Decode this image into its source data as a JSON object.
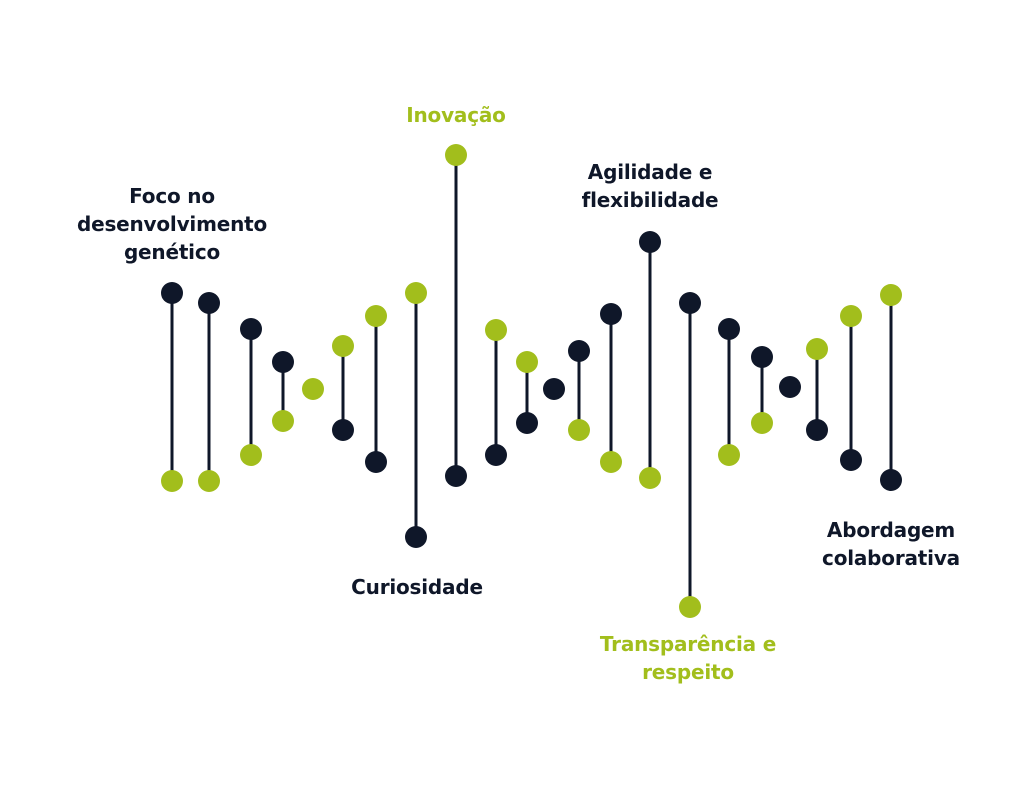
{
  "colors": {
    "dark": "#0f1729",
    "green": "#a2be1c",
    "background": "#ffffff"
  },
  "labels": {
    "foco": [
      "Foco no",
      "desenvolvimento",
      "genético"
    ],
    "inovacao": [
      "Inovação"
    ],
    "agilidade": [
      "Agilidade e",
      "flexibilidade"
    ],
    "curiosidade": [
      "Curiosidade"
    ],
    "transparencia": [
      "Transparência e",
      "respeito"
    ],
    "abordagem": [
      "Abordagem",
      "colaborativa"
    ]
  },
  "rungs": [
    {
      "top": "dark",
      "bottom": "green"
    },
    {
      "top": "dark",
      "bottom": "green"
    },
    {
      "top": "dark",
      "bottom": "green"
    },
    {
      "top": "dark",
      "bottom": "green"
    },
    {
      "top": "green",
      "bottom": "green"
    },
    {
      "top": "green",
      "bottom": "dark"
    },
    {
      "top": "green",
      "bottom": "dark"
    },
    {
      "top": "green",
      "bottom": "dark"
    },
    {
      "top": "green",
      "bottom": "dark"
    },
    {
      "top": "green",
      "bottom": "dark"
    },
    {
      "top": "green",
      "bottom": "dark"
    },
    {
      "top": "dark",
      "bottom": "dark"
    },
    {
      "top": "dark",
      "bottom": "green"
    },
    {
      "top": "dark",
      "bottom": "green"
    },
    {
      "top": "dark",
      "bottom": "green"
    },
    {
      "top": "dark",
      "bottom": "green"
    },
    {
      "top": "dark",
      "bottom": "green"
    },
    {
      "top": "dark",
      "bottom": "green"
    },
    {
      "top": "dark",
      "bottom": "dark"
    },
    {
      "top": "green",
      "bottom": "dark"
    },
    {
      "top": "green",
      "bottom": "dark"
    },
    {
      "top": "green",
      "bottom": "dark"
    }
  ]
}
